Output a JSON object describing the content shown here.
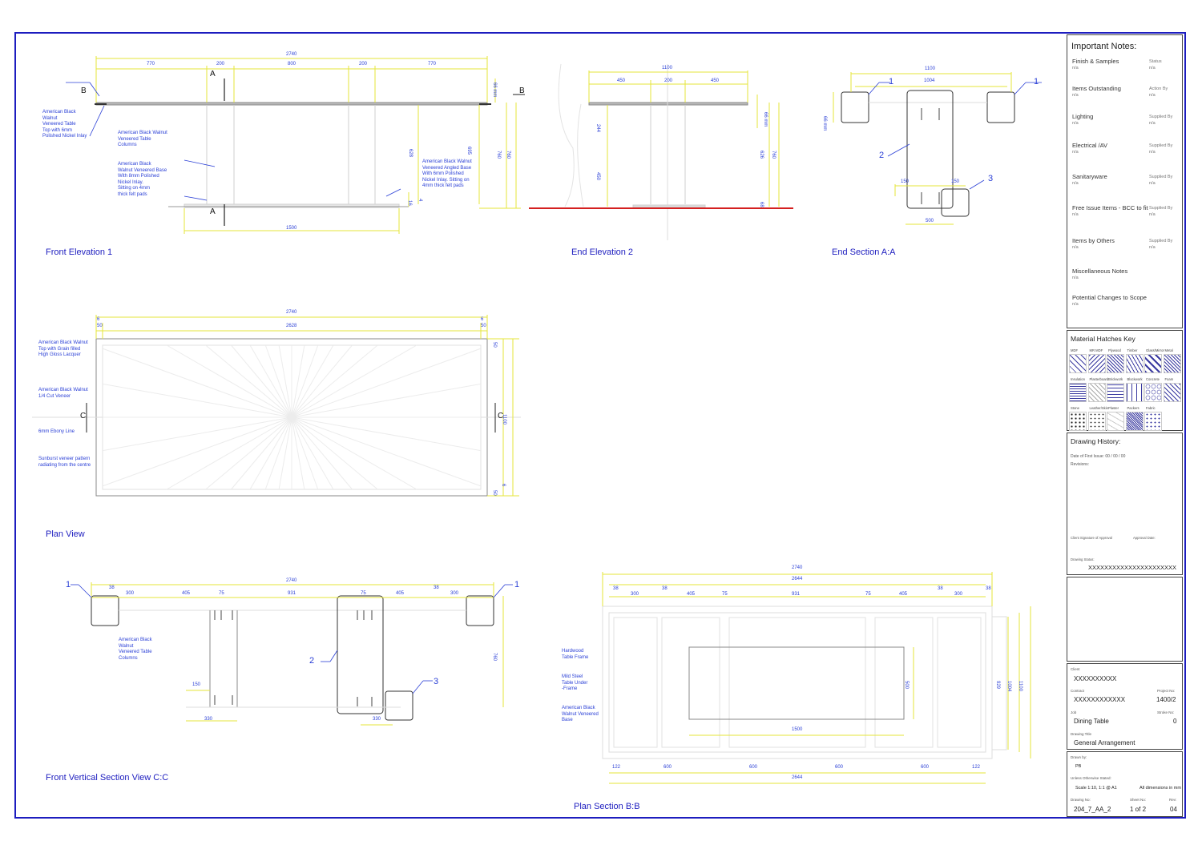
{
  "views": {
    "front_elevation": "Front Elevation 1",
    "end_elevation": "End Elevation 2",
    "end_section": "End Section A:A",
    "plan_view": "Plan View",
    "front_section": "Front Vertical Section View C:C",
    "plan_section": "Plan Section B:B"
  },
  "annotations": {
    "fe_top": "American Black\nWalnut\nVeneered Table\nTop with 6mm\nPolished Nickel Inlay",
    "fe_columns": "American Black Walnut\nVeneered Table\nColumns",
    "fe_base": "American Black\nWalnut Veneered Base\nWith 8mm Polished\nNickel Inlay.\nSitting on 4mm\nthick felt pads",
    "fe_angled": "American Black Walnut\nVeneered Angled Base\nWith 6mm Polished\nNickel Inlay. Sitting on\n4mm thick felt pads",
    "pv_top": "American Black Walnut\nTop with Grain filled\nHigh Gloss Lacquer",
    "pv_veneer": "American Black Walnut\n1/4 Cut  Veneer",
    "pv_ebony": "6mm Ebony Line",
    "pv_sunburst": "Sunburst veneer pattern\nradiating from the centre",
    "fs_columns": "American Black\nWalnut\nVeneered Table\nColumns",
    "ps_frame": "Hardwood\nTable Frame",
    "ps_steel": "Mild Steel\nTable Under\n-Frame",
    "ps_base": "American Black\nWalnut Veneered\nBase"
  },
  "dims": {
    "fe_total": "2740",
    "fe_a": "770",
    "fe_b": "200",
    "fe_c": "800",
    "fe_d": "200",
    "fe_e": "770",
    "fe_base": "1500",
    "fe_h1": "66 mm",
    "fe_h2": "628",
    "fe_h3": "695",
    "fe_h4": "760",
    "fe_h5": "760",
    "fe_h6": "16",
    "fe_h7": "4",
    "ee_total": "1100",
    "ee_a": "450",
    "ee_b": "200",
    "ee_c": "450",
    "ee_h1": "66 mm",
    "ee_h2": "244",
    "ee_h3": "450",
    "ee_h4": "626",
    "ee_h5": "760",
    "ee_h6": "68",
    "es_total": "1100",
    "es_inner": "1004",
    "es_h": "66 mm",
    "es_a": "150",
    "es_b": "150",
    "es_base": "500",
    "pv_total": "2740",
    "pv_inner": "2628",
    "pv_l1": "6",
    "pv_l2": "50",
    "pv_r1": "6",
    "pv_r2": "50",
    "pv_h": "1100",
    "pv_t": "50",
    "pv_b": "50",
    "pv_b2": "6",
    "fs_total": "2740",
    "fs_a": "38",
    "fs_b": "300",
    "fs_c": "405",
    "fs_d": "75",
    "fs_e": "931",
    "fs_f": "75",
    "fs_g": "405",
    "fs_h": "38",
    "fs_i": "300",
    "fs_h1": "760",
    "fs_150": "150",
    "fs_330a": "330",
    "fs_330b": "330",
    "ps_total": "2740",
    "ps_inner": "2644",
    "ps_a": "38",
    "ps_b": "300",
    "ps_c": "38",
    "ps_d": "405",
    "ps_e": "75",
    "ps_f": "931",
    "ps_g": "75",
    "ps_h": "405",
    "ps_i": "38",
    "ps_j": "300",
    "ps_k": "38",
    "ps_base": "1500",
    "ps_500": "500",
    "ps_929": "929",
    "ps_1004": "1004",
    "ps_1100": "1100",
    "ps_b1": "122",
    "ps_b2": "600",
    "ps_b3": "600",
    "ps_b4": "600",
    "ps_b5": "600",
    "ps_b6": "122",
    "ps_bottom": "2644"
  },
  "callouts": {
    "one": "1",
    "two": "2",
    "three": "3",
    "sec_a": "A",
    "sec_b": "B",
    "sec_c": "C"
  },
  "title_block": {
    "notes_heading": "Important Notes:",
    "notes": [
      {
        "label": "Finish & Samples",
        "val": "n/a",
        "side": "Status",
        "side_val": "n/a"
      },
      {
        "label": "Items Outstanding",
        "val": "n/a",
        "side": "Action By",
        "side_val": "n/a"
      },
      {
        "label": "Lighting",
        "val": "n/a",
        "side": "Supplied By",
        "side_val": "n/a"
      },
      {
        "label": "Electrical /AV",
        "val": "n/a",
        "side": "Supplied By",
        "side_val": "n/a"
      },
      {
        "label": "Sanitaryware",
        "val": "n/a",
        "side": "Supplied By",
        "side_val": "n/a"
      },
      {
        "label": "Free Issue Items - BCC to fit",
        "val": "n/a",
        "side": "Supplied By",
        "side_val": "n/a"
      },
      {
        "label": "Items by Others",
        "val": "n/a",
        "side": "Supplied By",
        "side_val": "n/a"
      },
      {
        "label": "Miscellaneous Notes",
        "val": "n/a"
      },
      {
        "label": "Potential Changes to Scope",
        "val": "n/a"
      }
    ],
    "hatch_heading": "Material Hatches Key",
    "hatches": [
      "MDF",
      "MR MDF",
      "Plywood",
      "Timber",
      "Glass/Mirror",
      "Metal",
      "Insulation",
      "Plasterboard",
      "Brickwork",
      "Blockwork",
      "Concrete",
      "Foam",
      "Stone",
      "Leather/Skin",
      "Plaster",
      "Packers",
      "Fabric"
    ],
    "history_heading": "Drawing History:",
    "first_issue": "Date of First Issue:  00 / 00 / 00",
    "revisions": "Revisions:",
    "client_sig": "Client Signature of Approval",
    "approval_date": "Approval Date:",
    "drawing_status_lbl": "Drawing Status:",
    "drawing_status": "XXXXXXXXXXXXXXXXXXXXXX",
    "client_lbl": "Client",
    "client": "XXXXXXXXXX",
    "contract_lbl": "Contract",
    "contract": "XXXXXXXXXXXX",
    "project_lbl": "Project No:",
    "project": "1400/2",
    "job_lbl": "Job",
    "job": "Dining Table",
    "stroke_lbl": "Stroke No:",
    "stroke": "0",
    "title_lbl": "Drawing Title",
    "title": "General Arrangement",
    "drawn_lbl": "Drawn by:",
    "drawn": "PB",
    "unless_lbl": "Unless Otherwise Stated:",
    "scale": "Scale 1:10, 1:1 @ A1",
    "dims_note": "All dimensions in mm",
    "dwg_no_lbl": "Drawing No:",
    "dwg_no": "204_7_AA_2",
    "sheet_lbl": "Sheet No:",
    "sheet": "1 of 2",
    "rev_lbl": "Rev:",
    "rev": "04"
  },
  "colors": {
    "frame": "#1d1dbf",
    "dimension": "#e6e63a",
    "text": "#2a3fd6",
    "floor": "#d42020",
    "leader": "#2a3fd6"
  }
}
